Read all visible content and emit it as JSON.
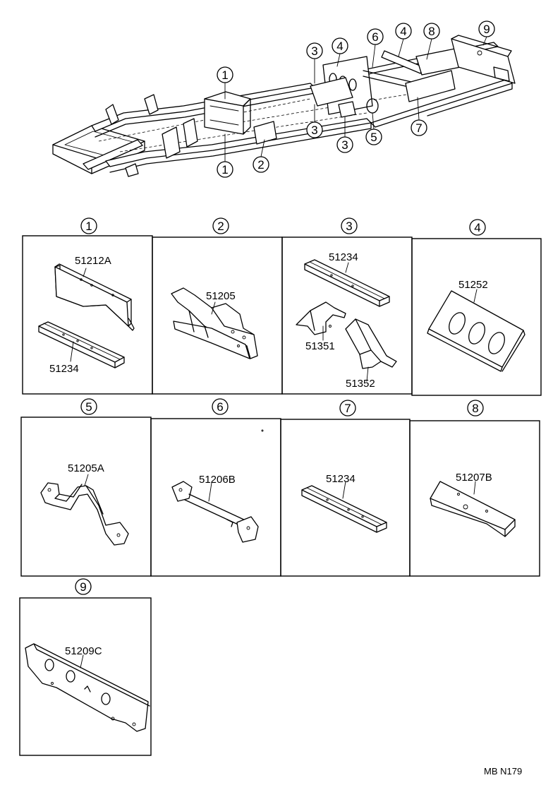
{
  "diagram": {
    "code": "MB N179",
    "overview_callouts": [
      "1",
      "2",
      "3",
      "4",
      "5",
      "6",
      "7",
      "8",
      "9"
    ],
    "panels": [
      {
        "index": "1",
        "parts": [
          "51212A",
          "51234"
        ]
      },
      {
        "index": "2",
        "parts": [
          "51205"
        ]
      },
      {
        "index": "3",
        "parts": [
          "51234",
          "51351",
          "51352"
        ]
      },
      {
        "index": "4",
        "parts": [
          "51252"
        ]
      },
      {
        "index": "5",
        "parts": [
          "51205A"
        ]
      },
      {
        "index": "6",
        "parts": [
          "51206B"
        ]
      },
      {
        "index": "7",
        "parts": [
          "51234"
        ]
      },
      {
        "index": "8",
        "parts": [
          "51207B"
        ]
      },
      {
        "index": "9",
        "parts": [
          "51209C"
        ]
      }
    ]
  }
}
